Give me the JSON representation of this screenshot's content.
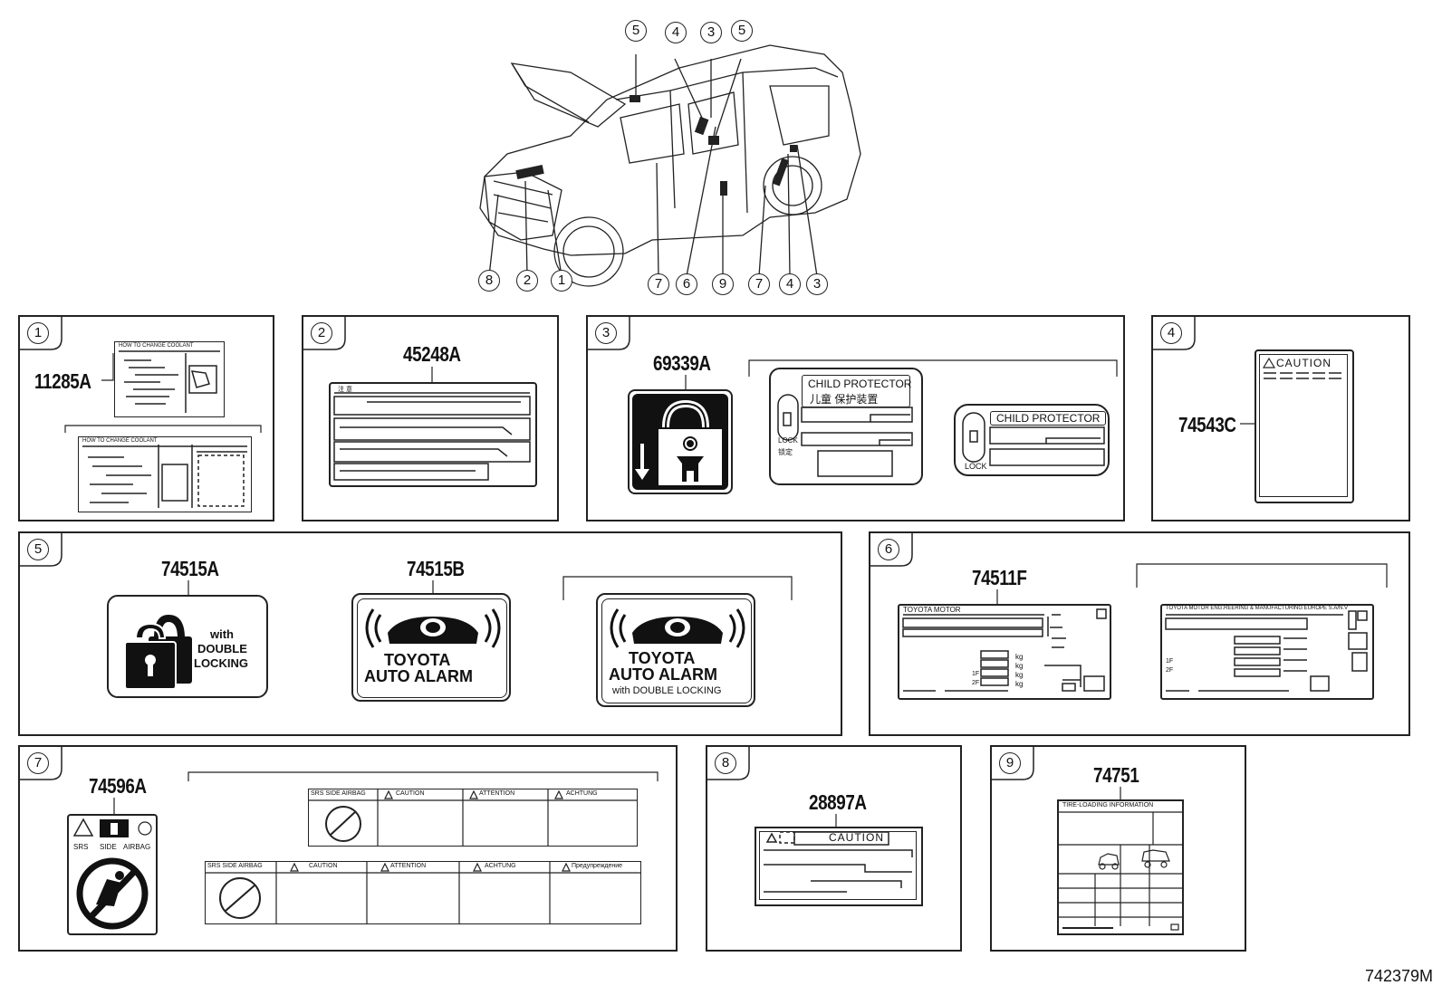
{
  "diagram_code": "742379M",
  "overview_callouts": {
    "top": [
      "5",
      "4",
      "3",
      "5"
    ],
    "bottom": [
      "8",
      "2",
      "1",
      "7",
      "6",
      "9",
      "7",
      "4",
      "3"
    ]
  },
  "panels": [
    {
      "num": "1",
      "parts": [
        "11285A"
      ],
      "texts": [
        "HOW TO CHANGE COOLANT",
        "HOW TO CHANGE COOLANT"
      ]
    },
    {
      "num": "2",
      "parts": [
        "45248A"
      ],
      "texts": [
        "注 意"
      ]
    },
    {
      "num": "3",
      "parts": [
        "69339A"
      ],
      "texts": [
        "CHILD PROTECTOR",
        "儿童 保护装置",
        "LOCK",
        "锁定",
        "CHILD PROTECTOR",
        "LOCK"
      ]
    },
    {
      "num": "4",
      "parts": [
        "74543C"
      ],
      "texts": [
        "CAUTION"
      ]
    },
    {
      "num": "5",
      "parts": [
        "74515A",
        "74515B"
      ],
      "texts": [
        "with",
        "DOUBLE",
        "LOCKING",
        "TOYOTA",
        "AUTO ALARM",
        "TOYOTA",
        "AUTO ALARM",
        "with DOUBLE LOCKING"
      ]
    },
    {
      "num": "6",
      "parts": [
        "74511F"
      ],
      "texts": [
        "TOYOTA MOTOR",
        "TOYOTA MOTOR ENG.REERING & MANUFACTURING EUROPE S.A/N.V",
        "kg",
        "kg",
        "kg",
        "kg",
        "1F",
        "2F",
        "1F",
        "2F"
      ]
    },
    {
      "num": "7",
      "parts": [
        "74596A"
      ],
      "texts": [
        "SRS",
        "SIDE",
        "AIRBAG",
        "SRS SIDE AIRBAG",
        "CAUTION",
        "ATTENTION",
        "ACHTUNG",
        "SRS SIDE AIRBAG",
        "CAUTION",
        "ATTENTION",
        "ACHTUNG",
        "Предупреждение"
      ]
    },
    {
      "num": "8",
      "parts": [
        "28897A"
      ],
      "texts": [
        "CAUTION"
      ]
    },
    {
      "num": "9",
      "parts": [
        "74751"
      ],
      "texts": [
        "TIRE-LOADING INFORMATION"
      ]
    }
  ],
  "icons": [
    "car-overview-icon",
    "padlock-icon",
    "child-lock-icon",
    "car-alarm-icon",
    "warning-triangle-icon",
    "manual-book-icon",
    "no-child-seat-icon",
    "car-load-icon"
  ]
}
